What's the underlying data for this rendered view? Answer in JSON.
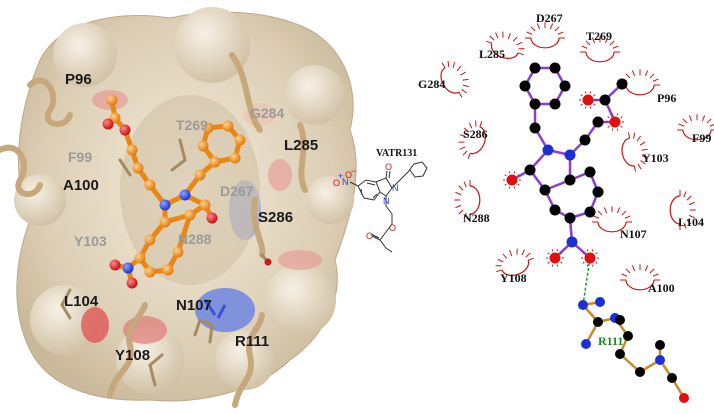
{
  "panel_3d": {
    "residues": [
      {
        "id": "P96",
        "style": "dark"
      },
      {
        "id": "F99",
        "style": "faint"
      },
      {
        "id": "A100",
        "style": "dark"
      },
      {
        "id": "Y103",
        "style": "faint"
      },
      {
        "id": "L104",
        "style": "dark"
      },
      {
        "id": "Y108",
        "style": "dark"
      },
      {
        "id": "N107",
        "style": "dark"
      },
      {
        "id": "R111",
        "style": "dark"
      },
      {
        "id": "T269",
        "style": "faint"
      },
      {
        "id": "G284",
        "style": "faint"
      },
      {
        "id": "L285",
        "style": "dark"
      },
      {
        "id": "D267",
        "style": "faint"
      },
      {
        "id": "S286",
        "style": "dark"
      },
      {
        "id": "N288",
        "style": "faint"
      }
    ],
    "colors": {
      "surface": "#e8dcc8",
      "ligand": "#f0921e",
      "negative": "#e87070",
      "positive": "#6f86e0"
    }
  },
  "molecule": {
    "name": "VATR131",
    "atoms": {
      "nitro_n": "N",
      "nitro_o1": "O",
      "nitro_o2": "O",
      "carbonyl_o": "O",
      "ring_n1": "N",
      "ring_n2": "N",
      "ester_o1": "O",
      "ester_o2": "O"
    },
    "nitro_charges": {
      "plus": "+",
      "minus": "−"
    }
  },
  "panel_2d": {
    "hydrophobic": [
      "D267",
      "T269",
      "L285",
      "G284",
      "P96",
      "S286",
      "F99",
      "Y103",
      "N288",
      "L104",
      "N107",
      "Y108",
      "A100"
    ],
    "hbond_residue": "R111",
    "colors": {
      "ligand_bond": "#8a3fd0",
      "residue_bond": "#c88a2a",
      "hbond": "#1fa01f",
      "hydrophobic_arc": "#cc1111"
    }
  }
}
